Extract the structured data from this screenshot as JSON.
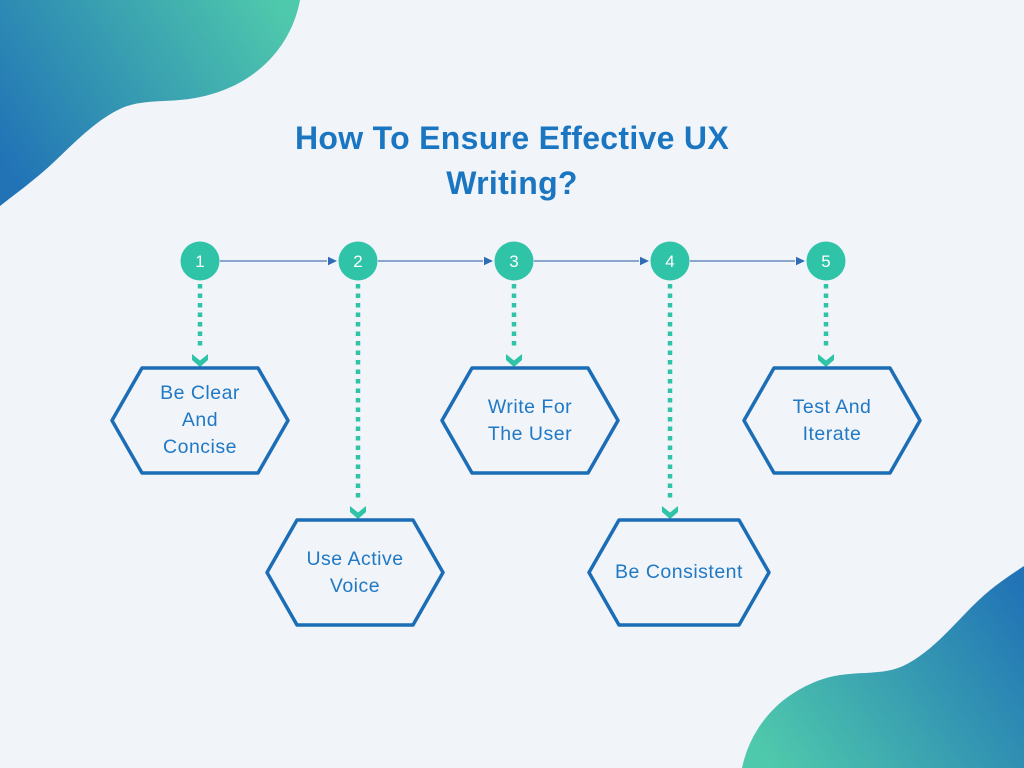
{
  "title": {
    "lines": [
      "How To Ensure Effective UX",
      "Writing?"
    ]
  },
  "colors": {
    "background": "#f1f4f9",
    "title_text": "#1b76c1",
    "circle_fill": "#2fc3a8",
    "circle_number": "#ffffff",
    "timeline_line": "#7b9bc7",
    "timeline_arrow": "#2f6cb4",
    "dotted_arrow": "#2fc3a8",
    "hexagon_border": "#1b6db6",
    "hexagon_fill": "#f1f4f9",
    "hexagon_text": "#2079c5",
    "blob_blue": "#2173b6",
    "blob_teal": "#4fc9ac"
  },
  "steps": [
    {
      "number": "1",
      "lines": [
        "Be Clear",
        "And",
        "Concise"
      ],
      "position": "upper"
    },
    {
      "number": "2",
      "lines": [
        "Use Active",
        "Voice"
      ],
      "position": "lower"
    },
    {
      "number": "3",
      "lines": [
        "Write For",
        "The User"
      ],
      "position": "upper"
    },
    {
      "number": "4",
      "lines": [
        "Be Consistent"
      ],
      "position": "lower"
    },
    {
      "number": "5",
      "lines": [
        "Test And",
        "Iterate"
      ],
      "position": "upper"
    }
  ]
}
